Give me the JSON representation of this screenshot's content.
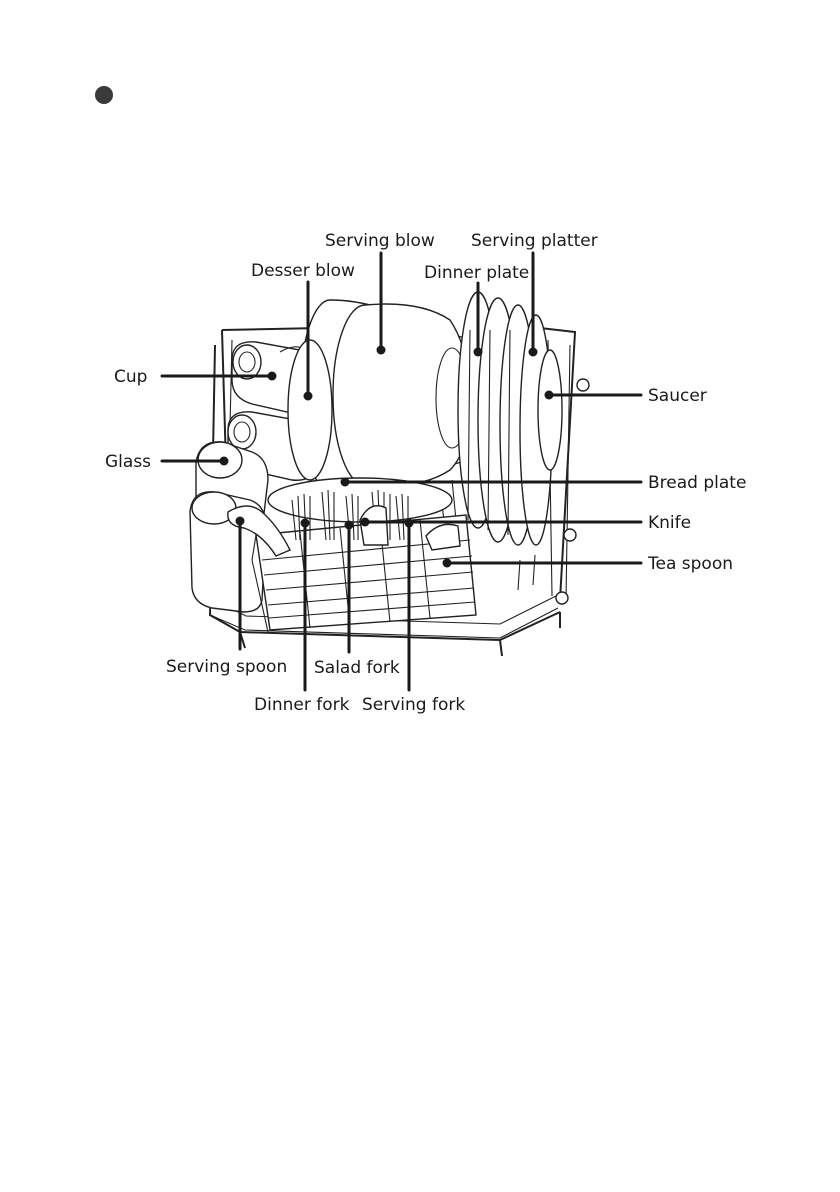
{
  "colors": {
    "ink": "#1a1a1a",
    "bullet": "#3a3a3a",
    "background": "#ffffff"
  },
  "labels": {
    "serving_blow": "Serving blow",
    "serving_platter": "Serving platter",
    "desser_blow": "Desser blow",
    "dinner_plate": "Dinner plate",
    "cup": "Cup",
    "saucer": "Saucer",
    "glass": "Glass",
    "bread_plate": "Bread plate",
    "knife": "Knife",
    "tea_spoon": "Tea spoon",
    "serving_spoon": "Serving spoon",
    "salad_fork": "Salad fork",
    "dinner_fork": "Dinner fork",
    "serving_fork": "Serving fork"
  }
}
